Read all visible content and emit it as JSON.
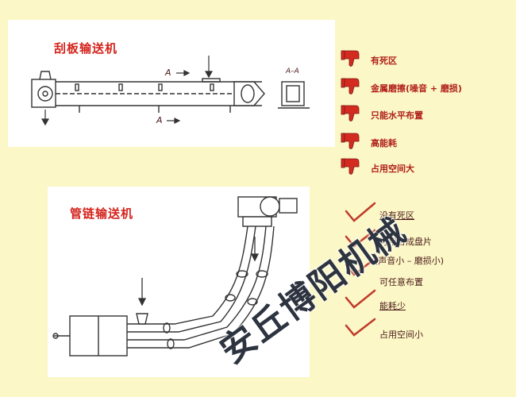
{
  "top_title": "刮板输送机",
  "bottom_title": "管链输送机",
  "drawing_labels": {
    "section_a1": "A",
    "section_a2": "A",
    "section_aa": "A–A"
  },
  "scraper_drawbacks": [
    "有死区",
    "金属磨擦(噪音 + 磨损)",
    "只能水平布置",
    "高能耗",
    "占用空间大"
  ],
  "tube_chain_advantages": [
    "没有死区",
    "可用合成盘片",
    "(声音小 – 磨损小)",
    "可任意布置",
    "能耗少",
    "占用空间小"
  ],
  "watermark": "安丘博阳机械",
  "colors": {
    "background": "#fbf7c6",
    "title": "#d4231c",
    "thumb": "#d42b20",
    "check": "#c0392b"
  },
  "icons": {
    "drawback": "thumbs-down-icon",
    "advantage": "check-mark-icon"
  }
}
